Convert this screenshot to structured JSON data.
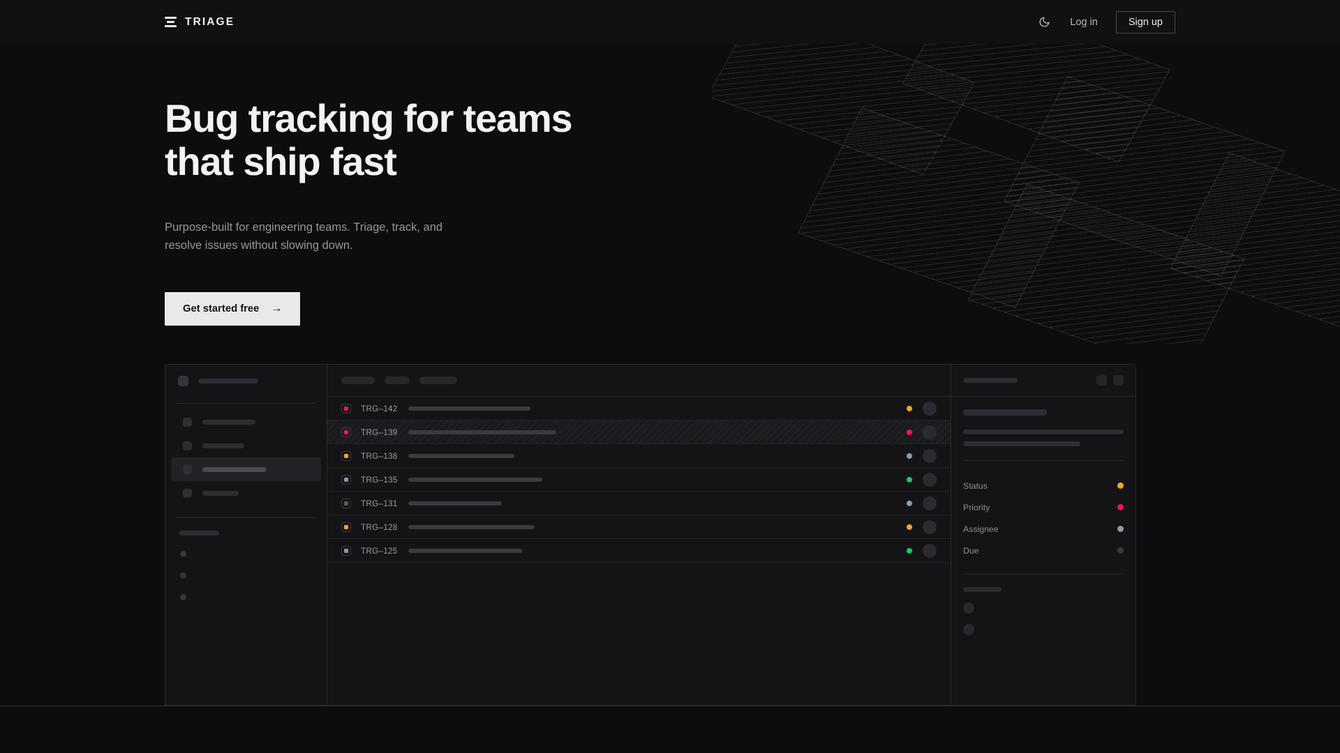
{
  "nav": {
    "brand": "TRIAGE",
    "brand_icon": "bars-logo-icon",
    "theme_icon": "moon-icon",
    "login_label": "Log in",
    "signup_label": "Sign up"
  },
  "hero": {
    "title": "Bug tracking for teams\nthat ship fast",
    "subtitle": "Purpose-built for engineering teams. Triage, track, and\nresolve issues without slowing down.",
    "cta_label": "Get started free",
    "cta_arrow": "→"
  },
  "colors": {
    "page_bg": "#0d0d0f",
    "nav_bg": "#111113",
    "card_bg": "#141417",
    "border": "#2b2b30",
    "text_primary": "#f2f2f4",
    "text_muted": "#96969c",
    "cta_bg": "#e9e9eb",
    "amber": "#f5a524",
    "rose": "#f31260",
    "slate": "#8b9ab0",
    "green": "#17c964",
    "gray": "#5b5b63"
  },
  "mock": {
    "sidebar": {
      "workspace_width": 86,
      "items": [
        {
          "width": 76,
          "active": false
        },
        {
          "width": 60,
          "active": false
        },
        {
          "width": 92,
          "active": true
        },
        {
          "width": 52,
          "active": false
        }
      ],
      "section_dots": 3
    },
    "list": {
      "header_chips": [
        48,
        36,
        54
      ],
      "rows": [
        {
          "id": "TRG–142",
          "badge": "#f31260",
          "bar": 175,
          "status": "#f5a524"
        },
        {
          "id": "TRG–139",
          "badge": "#f31260",
          "bar": 212,
          "status": "#f31260",
          "highlighted": true
        },
        {
          "id": "TRG–138",
          "badge": "#f5a524",
          "bar": 152,
          "status": "#8b9ab0"
        },
        {
          "id": "TRG–135",
          "badge": "#8b9ab0",
          "bar": 192,
          "status": "#17c964"
        },
        {
          "id": "TRG–131",
          "badge": "#5b5b63",
          "bar": 134,
          "status": "#8b9ab0"
        },
        {
          "id": "TRG–128",
          "badge": "#f5a524",
          "bar": 181,
          "status": "#f5a524"
        },
        {
          "id": "TRG–125",
          "badge": "#8b9ab0",
          "bar": 163,
          "status": "#17c964"
        }
      ]
    },
    "detail": {
      "header_bar_width": 78,
      "icon_count": 2,
      "title_bar_width": 120,
      "body_bars": [
        230,
        168
      ],
      "meta": [
        {
          "label": "Status",
          "color": "#f5a524"
        },
        {
          "label": "Priority",
          "color": "#f31260"
        },
        {
          "label": "Assignee",
          "color": "#8b9ab0"
        },
        {
          "label": "Due",
          "color": "#3a3a41"
        }
      ],
      "footer_circles": 2
    }
  }
}
